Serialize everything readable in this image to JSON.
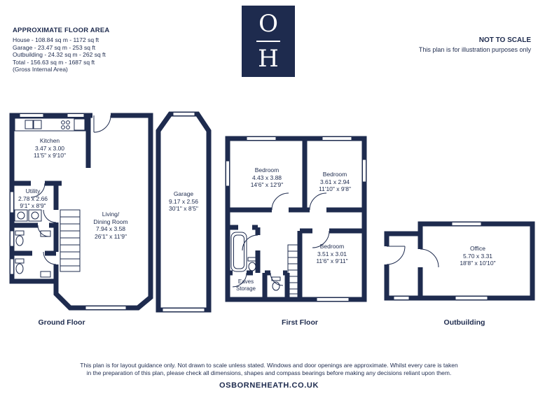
{
  "colors": {
    "navy": "#1e2b4e",
    "white": "#ffffff"
  },
  "header": {
    "floor_area": {
      "title": "APPROXIMATE FLOOR AREA",
      "lines": [
        "House - 108.84 sq m - 1172 sq ft",
        "Garage - 23.47 sq m - 253 sq ft",
        "Outbuilding - 24.32 sq m - 262 sq ft",
        "Total - 156.63 sq m - 1687 sq ft",
        "(Gross Internal Area)"
      ]
    },
    "logo": {
      "top": "O",
      "bottom": "H"
    },
    "scale_note": {
      "title": "NOT TO SCALE",
      "subtitle": "This plan is for illustration purposes only"
    }
  },
  "floors": {
    "ground": {
      "label": "Ground Floor",
      "rooms": {
        "kitchen": {
          "name": "Kitchen",
          "metric": "3.47 x 3.00",
          "imperial": "11'5\" x 9'10\""
        },
        "utility": {
          "name": "Utility",
          "metric": "2.78 x 2.66",
          "imperial": "9'1\" x 8'9\""
        },
        "living_dining": {
          "name_line1": "Living/",
          "name_line2": "Dining Room",
          "metric": "7.94 x 3.58",
          "imperial": "26'1\" x 11'9\""
        },
        "garage": {
          "name": "Garage",
          "metric": "9.17 x 2.56",
          "imperial": "30'1\" x 8'5\""
        }
      }
    },
    "first": {
      "label": "First Floor",
      "rooms": {
        "bedroom1": {
          "name": "Bedroom",
          "metric": "4.43 x 3.88",
          "imperial": "14'6\" x 12'9\""
        },
        "bedroom2": {
          "name": "Bedroom",
          "metric": "3.61 x 2.94",
          "imperial": "11'10\" x 9'8\""
        },
        "bedroom3": {
          "name": "Bedroom",
          "metric": "3.51 x 3.01",
          "imperial": "11'6\" x 9'11\""
        },
        "eaves_storage": {
          "name_line1": "Eaves",
          "name_line2": "Storage"
        }
      }
    },
    "outbuilding": {
      "label": "Outbuilding",
      "rooms": {
        "office": {
          "name": "Office",
          "metric": "5.70 x 3.31",
          "imperial": "18'8\" x 10'10\""
        }
      }
    }
  },
  "footer": {
    "disclaimer_line1": "This plan is for layout guidance only. Not drawn to scale unless stated. Windows and door openings are approximate. Whilst every care is taken",
    "disclaimer_line2": "in the preparation of this plan, please check all dimensions, shapes and compass bearings before making any decisions reliant upon them.",
    "website": "OSBORNEHEATH.CO.UK"
  }
}
